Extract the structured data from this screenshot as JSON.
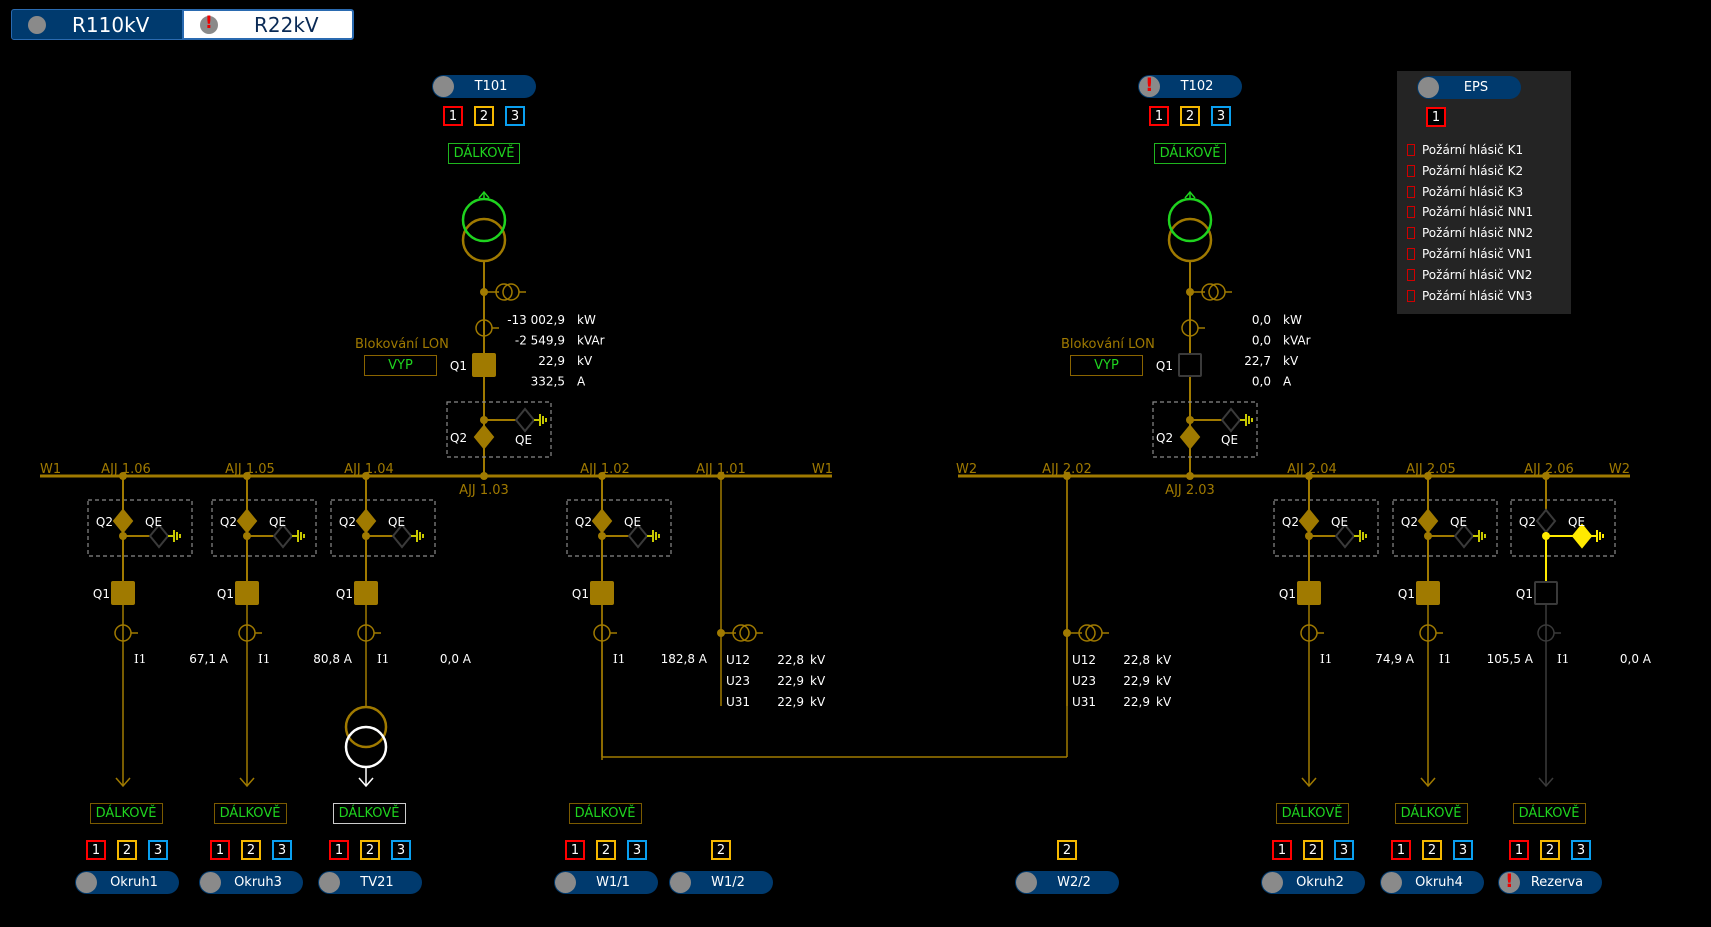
{
  "tabs": [
    {
      "label": "R110kV",
      "status": "normal",
      "active": true
    },
    {
      "label": "R22kV",
      "status": "alarm",
      "active": false
    }
  ],
  "colors": {
    "energized": "#a07a00",
    "dead": "#3a3a3a",
    "earthed": "#ffea00",
    "remote_text": "#1fd31f",
    "pill_bg": "#003a6e",
    "alarm": "#e00000",
    "priority_1": "#ff0000",
    "priority_2": "#f5b800",
    "priority_3": "#0aa0f0"
  },
  "busbars": {
    "w1": {
      "label_left": "W1",
      "label_right": "W1"
    },
    "w2": {
      "label_left": "W2",
      "label_right": "W2"
    }
  },
  "transformers": [
    {
      "id": "t101",
      "name": "T101",
      "status": "normal",
      "priorities": [
        "1",
        "2",
        "3"
      ],
      "mode": "DÁLKOVĚ",
      "blocking_label": "Blokování LON",
      "blocking_value": "VYP",
      "q1_label": "Q1",
      "q1_state": "closed",
      "q2_label": "Q2",
      "q2_state": "closed",
      "qe_label": "QE",
      "qe_state": "open",
      "bay": "AJJ 1.03",
      "measurements": [
        {
          "value": "-13 002,9",
          "unit": "kW"
        },
        {
          "value": "-2 549,9",
          "unit": "kVAr"
        },
        {
          "value": "22,9",
          "unit": "kV"
        },
        {
          "value": "332,5",
          "unit": "A"
        }
      ]
    },
    {
      "id": "t102",
      "name": "T102",
      "status": "alarm",
      "priorities": [
        "1",
        "2",
        "3"
      ],
      "mode": "DÁLKOVĚ",
      "blocking_label": "Blokování LON",
      "blocking_value": "VYP",
      "q1_label": "Q1",
      "q1_state": "open",
      "q2_label": "Q2",
      "q2_state": "closed",
      "qe_label": "QE",
      "qe_state": "open",
      "bay": "AJJ 2.03",
      "measurements": [
        {
          "value": "0,0",
          "unit": "kW"
        },
        {
          "value": "0,0",
          "unit": "kVAr"
        },
        {
          "value": "22,7",
          "unit": "kV"
        },
        {
          "value": "0,0",
          "unit": "A"
        }
      ]
    }
  ],
  "feeders": [
    {
      "bay": "AJJ 1.06",
      "name": "Okruh1",
      "status": "normal",
      "mode": "DÁLKOVĚ",
      "priorities": [
        "1",
        "2",
        "3"
      ],
      "current_label": "I1",
      "current": "67,1 A",
      "q1": "closed",
      "q2": "closed",
      "qe": "open"
    },
    {
      "bay": "AJJ 1.05",
      "name": "Okruh3",
      "status": "normal",
      "mode": "DÁLKOVĚ",
      "priorities": [
        "1",
        "2",
        "3"
      ],
      "current_label": "I1",
      "current": "80,8 A",
      "q1": "closed",
      "q2": "closed",
      "qe": "open"
    },
    {
      "bay": "AJJ 1.04",
      "name": "TV21",
      "status": "normal",
      "mode": "DÁLKOVĚ",
      "priorities": [
        "1",
        "2",
        "3"
      ],
      "current_label": "I1",
      "current": "0,0 A",
      "q1": "closed",
      "q2": "closed",
      "qe": "open"
    },
    {
      "bay": "AJJ 1.02",
      "name": "W1/1",
      "status": "normal",
      "mode": "DÁLKOVĚ",
      "priorities": [
        "1",
        "2",
        "3"
      ],
      "current_label": "I1",
      "current": "182,8 A",
      "q1": "closed",
      "q2": "closed",
      "qe": "open"
    },
    {
      "bay": "AJJ 2.04",
      "name": "Okruh2",
      "status": "normal",
      "mode": "DÁLKOVĚ",
      "priorities": [
        "1",
        "2",
        "3"
      ],
      "current_label": "I1",
      "current": "74,9 A",
      "q1": "closed",
      "q2": "closed",
      "qe": "open"
    },
    {
      "bay": "AJJ 2.05",
      "name": "Okruh4",
      "status": "normal",
      "mode": "DÁLKOVĚ",
      "priorities": [
        "1",
        "2",
        "3"
      ],
      "current_label": "I1",
      "current": "105,5 A",
      "q1": "closed",
      "q2": "closed",
      "qe": "open"
    },
    {
      "bay": "AJJ 2.06",
      "name": "Rezerva",
      "status": "alarm",
      "mode": "DÁLKOVĚ",
      "priorities": [
        "1",
        "2",
        "3"
      ],
      "current_label": "I1",
      "current": "0,0 A",
      "q1": "open",
      "q2": "open",
      "qe": "closed"
    }
  ],
  "measuring_bays": [
    {
      "bay": "AJJ 1.01",
      "name": "W1/2",
      "priorities": [
        "2"
      ],
      "values": [
        {
          "label": "U12",
          "value": "22,8",
          "unit": "kV"
        },
        {
          "label": "U23",
          "value": "22,9",
          "unit": "kV"
        },
        {
          "label": "U31",
          "value": "22,9",
          "unit": "kV"
        }
      ]
    },
    {
      "bay": "AJJ 2.02",
      "name": "W2/2",
      "priorities": [
        "2"
      ],
      "values": [
        {
          "label": "U12",
          "value": "22,8",
          "unit": "kV"
        },
        {
          "label": "U23",
          "value": "22,9",
          "unit": "kV"
        },
        {
          "label": "U31",
          "value": "22,9",
          "unit": "kV"
        }
      ]
    }
  ],
  "eps": {
    "name": "EPS",
    "status": "normal",
    "priority": "1",
    "detectors": [
      "Požární hlásič K1",
      "Požární hlásič K2",
      "Požární hlásič K3",
      "Požární hlásič NN1",
      "Požární hlásič NN2",
      "Požární hlásič VN1",
      "Požární hlásič VN2",
      "Požární hlásič VN3"
    ]
  }
}
